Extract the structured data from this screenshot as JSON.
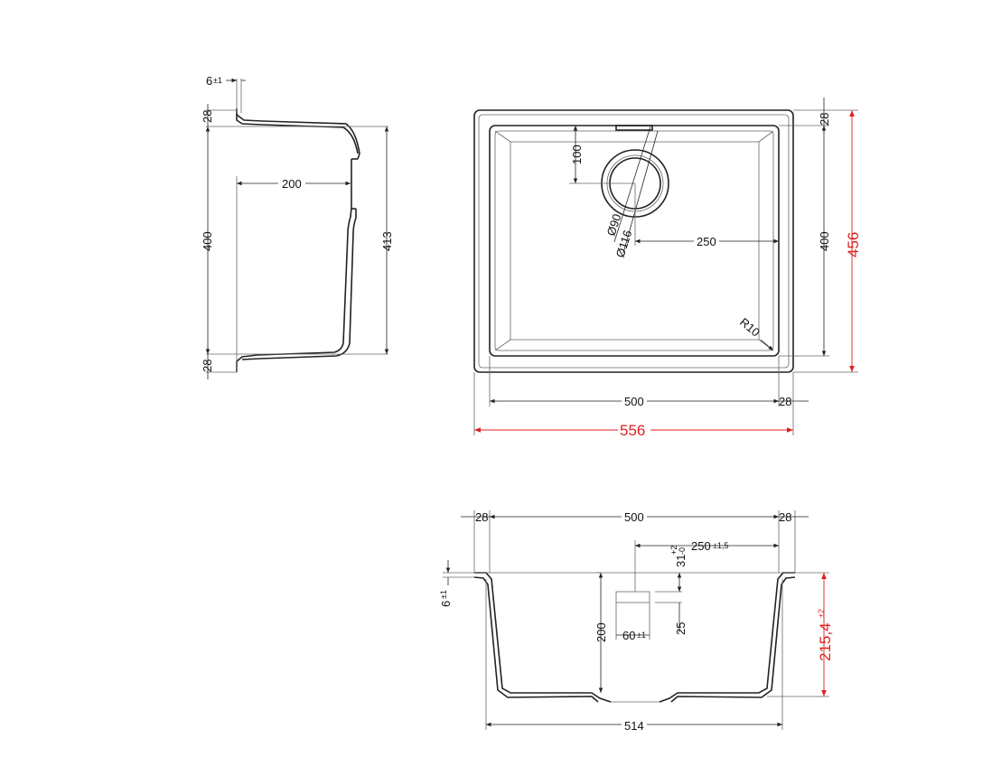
{
  "side_view": {
    "dim_lip": "6",
    "dim_lip_tol": "±1",
    "dim_top_rim": "28",
    "dim_bottom_rim": "28",
    "dim_inner_height": "400",
    "dim_outer_height": "413",
    "dim_depth": "200"
  },
  "top_view": {
    "dim_rim_right": "28",
    "dim_drain_offset": "100",
    "dim_drain_inner": "Ø90",
    "dim_drain_outer": "Ø116",
    "dim_drain_to_side": "250",
    "dim_inner_length": "400",
    "dim_overall_length": "456",
    "dim_radius": "R10",
    "dim_inner_width": "500",
    "dim_rim_bottom": "28",
    "dim_overall_width": "556"
  },
  "front_view": {
    "dim_rim_left": "28",
    "dim_inner_width": "500",
    "dim_rim_right": "28",
    "dim_drain_pos": "250",
    "dim_drain_pos_tol": "±1,5",
    "dim_overflow": "31",
    "dim_overflow_tol_plus": "+2",
    "dim_overflow_tol_minus": "-0",
    "dim_lip": "6",
    "dim_lip_tol": "±1",
    "dim_depth": "200",
    "dim_overflow_w": "60",
    "dim_overflow_w_tol": "±1",
    "dim_overflow_h": "25",
    "dim_total_height": "215,4",
    "dim_total_height_tol": "±2",
    "dim_bottom_width": "514"
  }
}
